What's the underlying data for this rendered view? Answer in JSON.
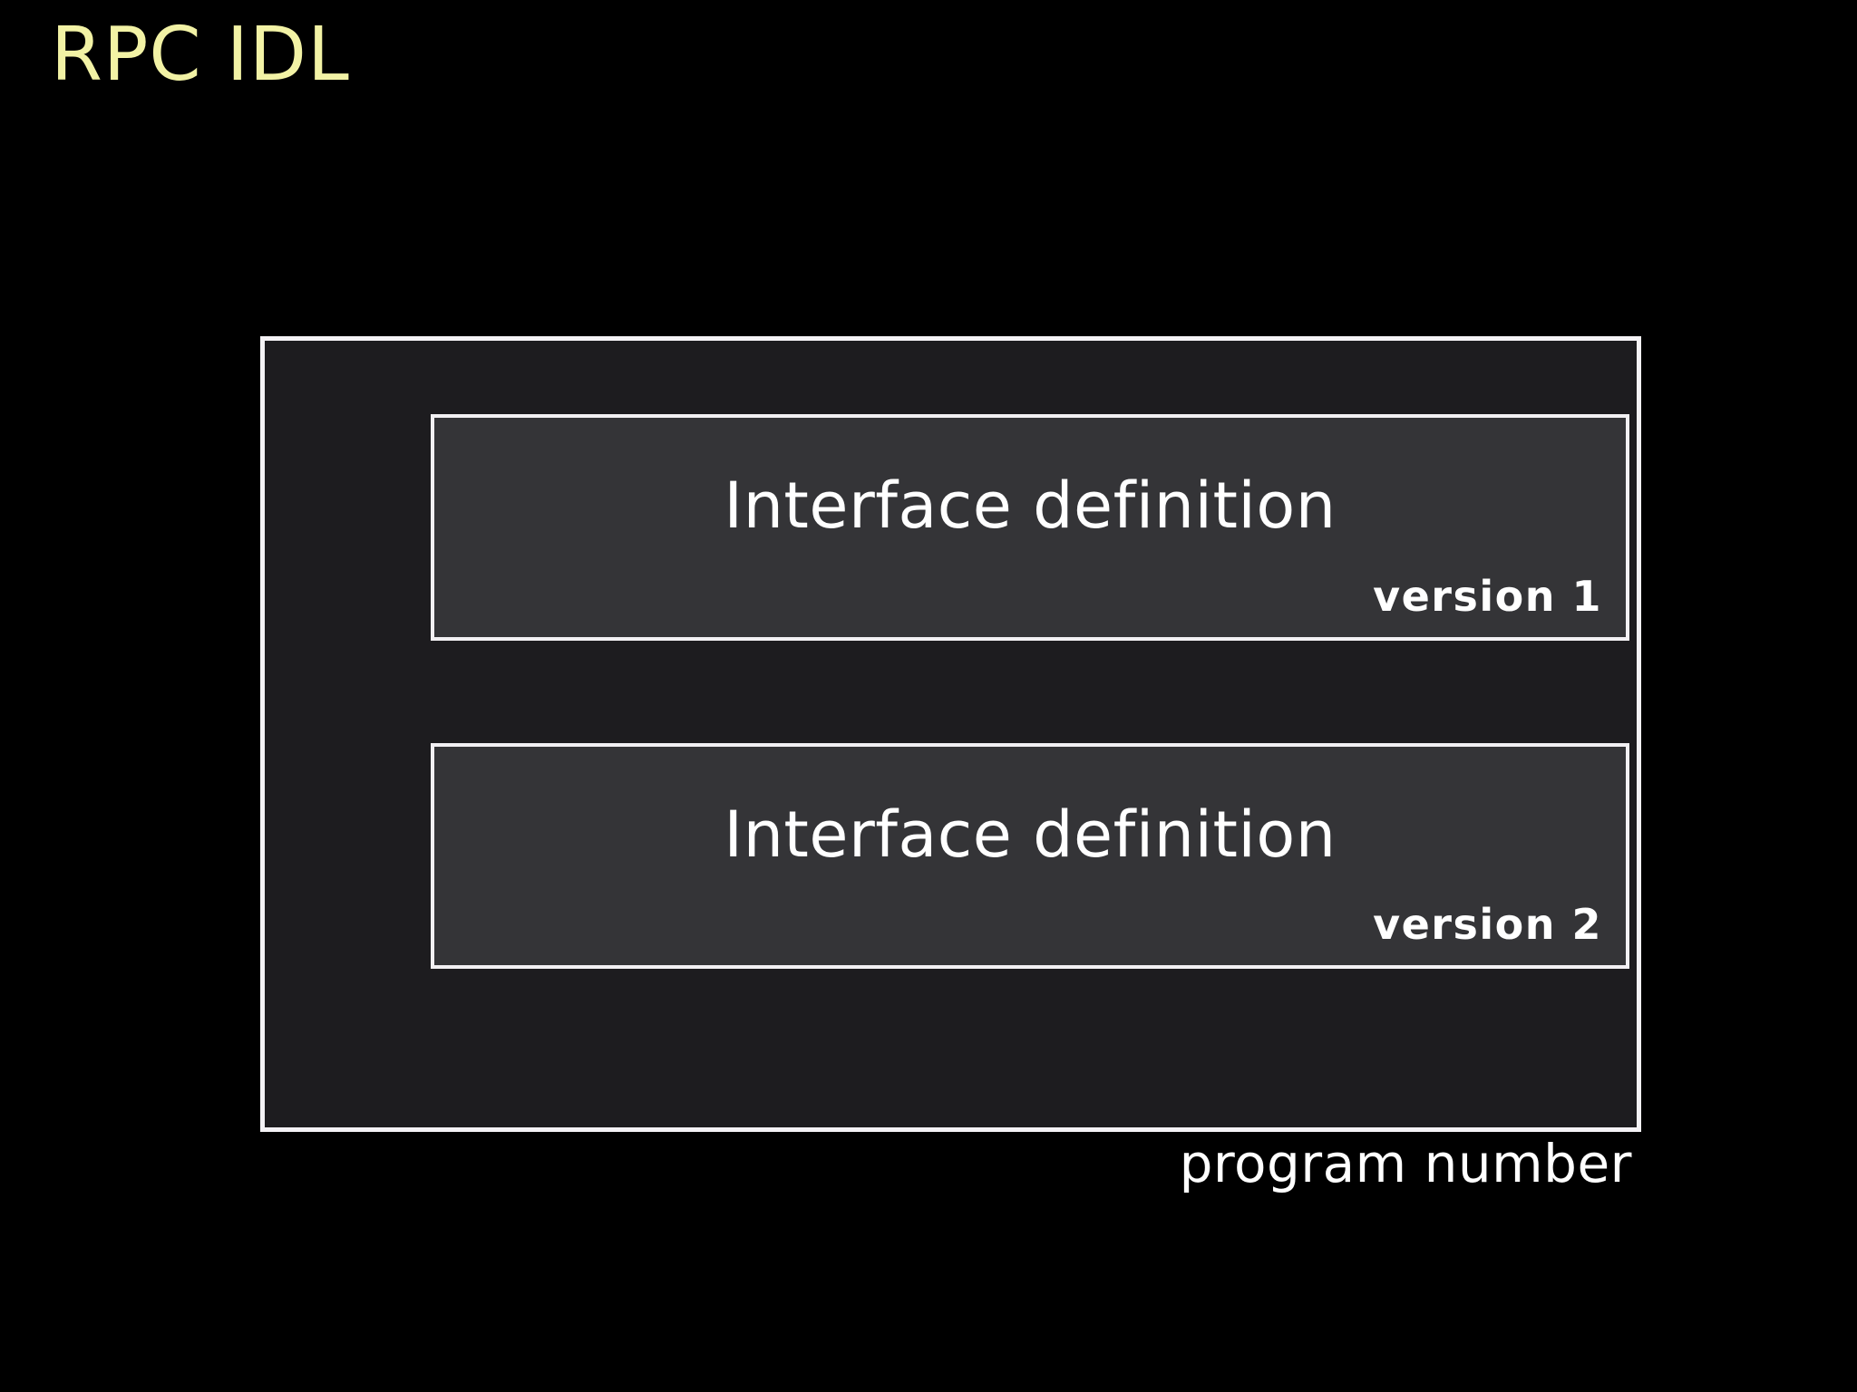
{
  "slide": {
    "title": "RPC IDL",
    "background_color": "#000000",
    "title_color": "#f2f2a5"
  },
  "program_box": {
    "fill_color": "#1d1c1f",
    "border_color": "#f4f2f5",
    "caption": "program number",
    "interfaces": [
      {
        "name": "Interface definition",
        "version_label": "version 1",
        "fill_color": "#343437",
        "border_color": "#f2f0f3"
      },
      {
        "name": "Interface definition",
        "version_label": "version 2",
        "fill_color": "#343437",
        "border_color": "#f2f0f3"
      }
    ]
  }
}
